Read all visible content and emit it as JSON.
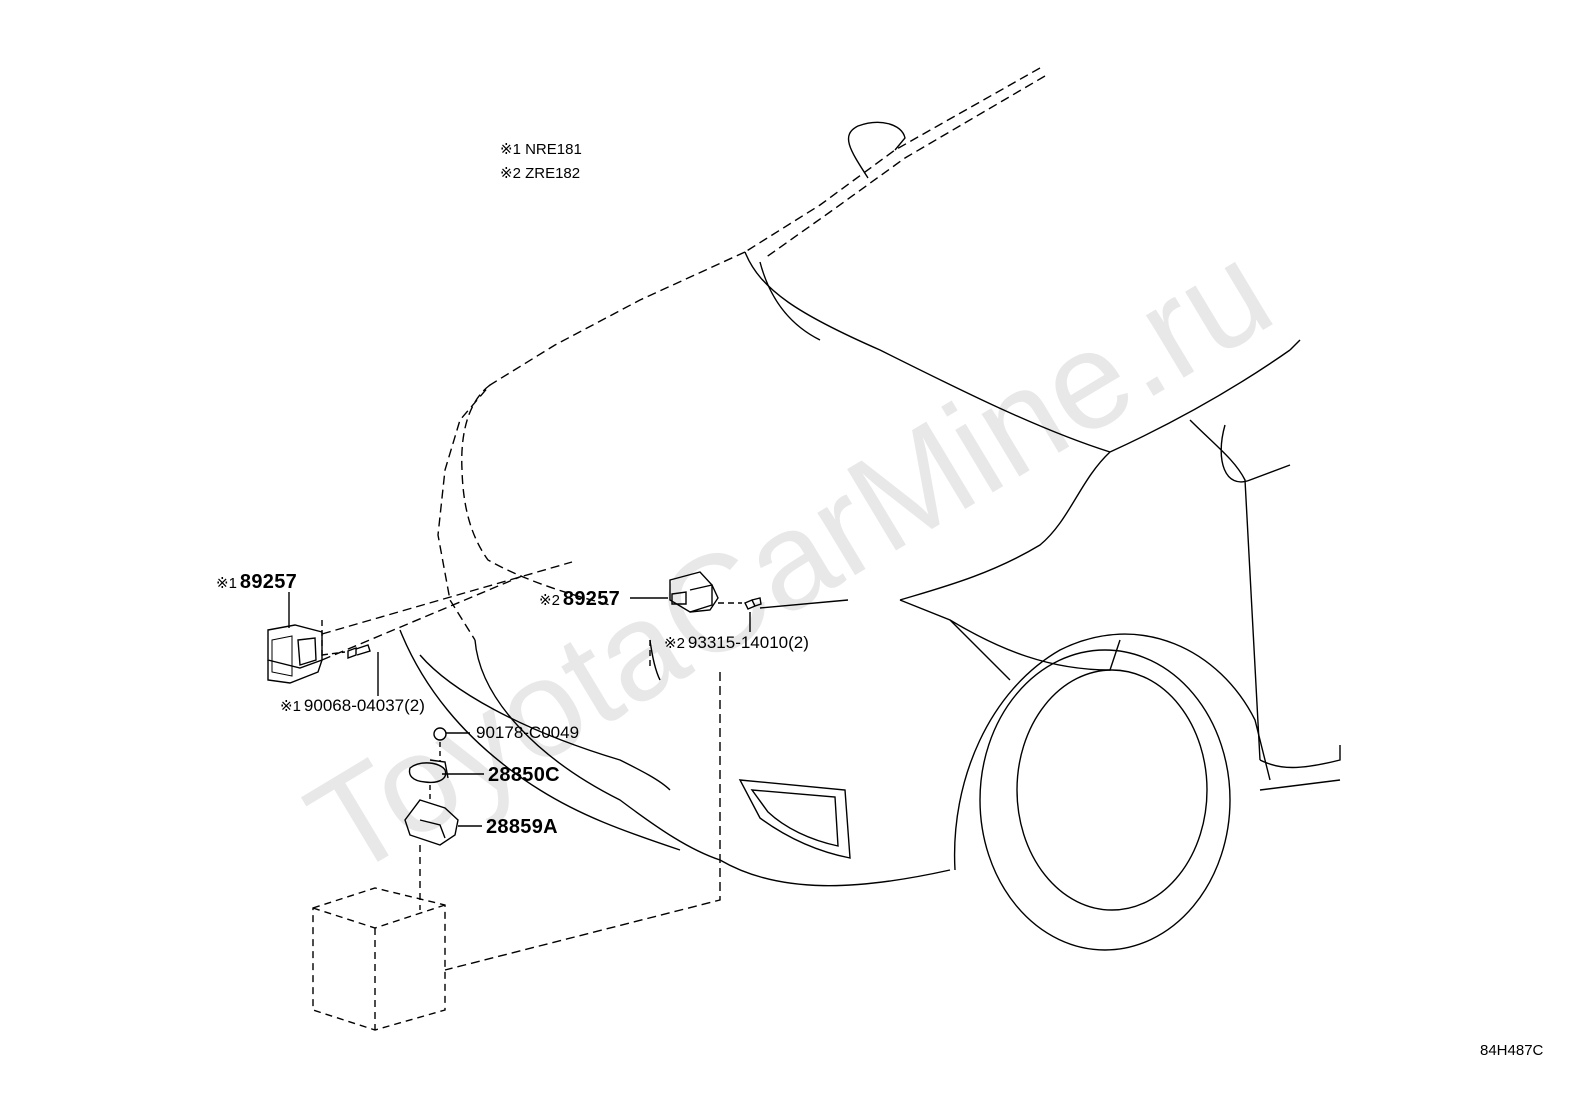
{
  "watermark": "ToyotaCarMine.ru",
  "legend": [
    {
      "mark": "※1",
      "text": "NRE181"
    },
    {
      "mark": "※2",
      "text": "ZRE182"
    }
  ],
  "parts": {
    "sensor_1": {
      "mark": "※1",
      "number": "89257"
    },
    "bolt_1": {
      "mark": "※1",
      "number": "90068-04037(2)"
    },
    "sensor_2": {
      "mark": "※2",
      "number": "89257"
    },
    "bolt_2": {
      "mark": "※2",
      "number": "93315-14010(2)"
    },
    "nut": {
      "number": "90178-C0049"
    },
    "clamp": {
      "number": "28850C"
    },
    "bracket": {
      "number": "28859A"
    }
  },
  "reference": "84H487C"
}
